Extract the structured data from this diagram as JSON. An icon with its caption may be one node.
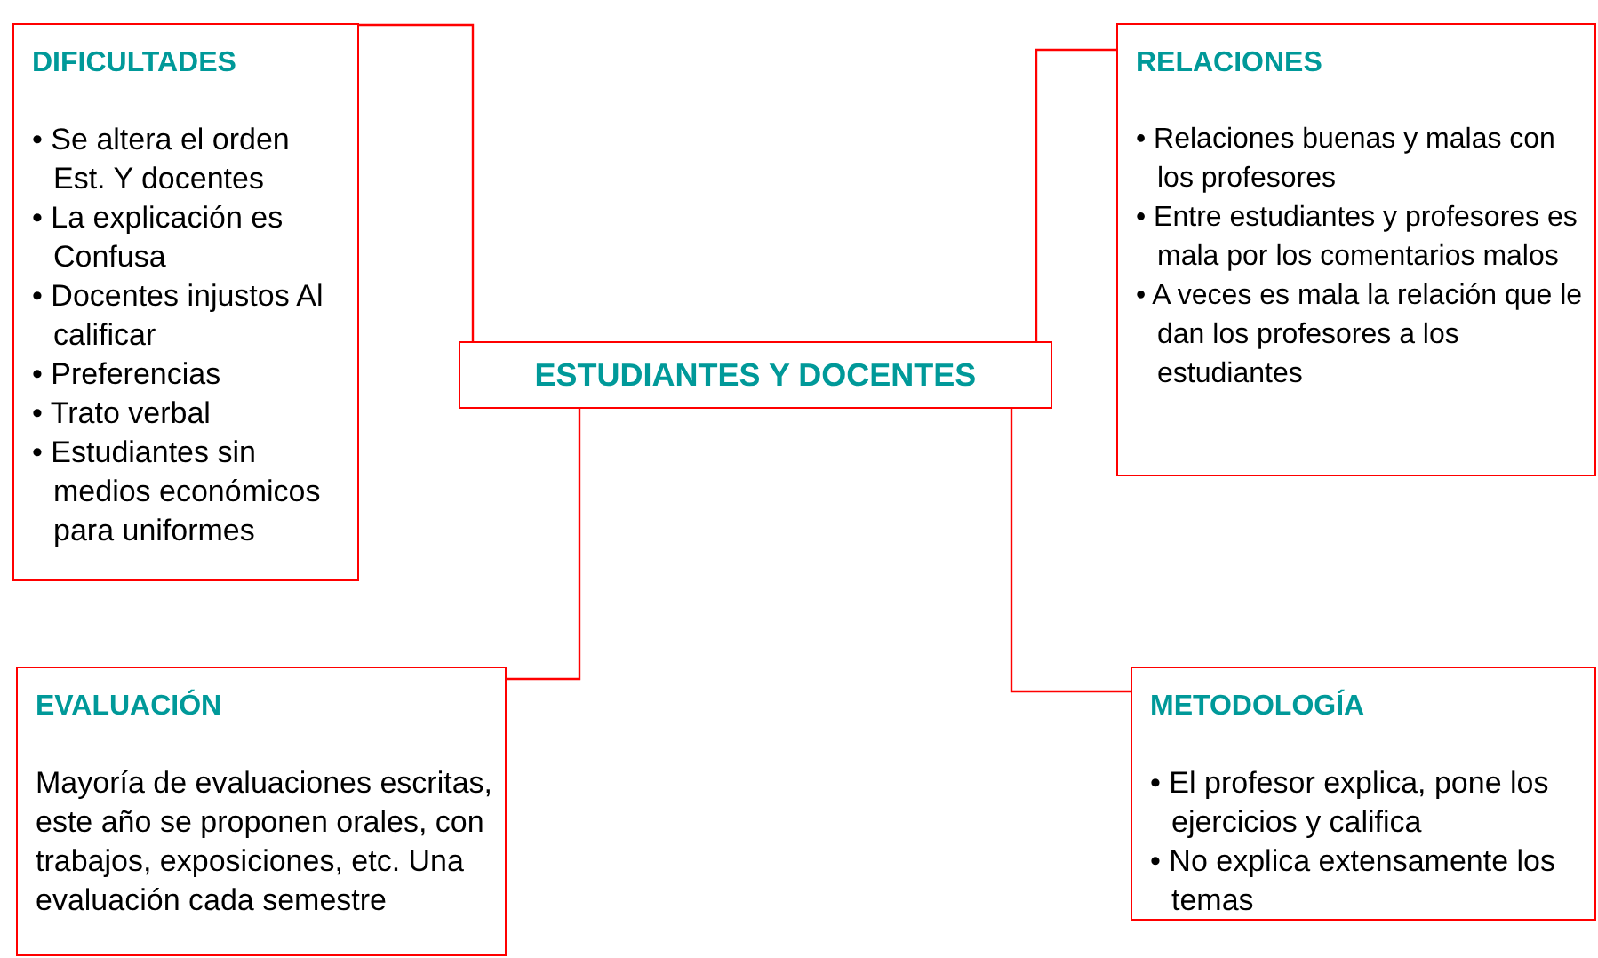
{
  "diagram": {
    "nodes": [
      {
        "text": [
          "ESTUDIANTES Y  DOCENTES"
        ]
      },
      {
        "text": [
          "DIFICULTADES",
          "• Se altera el orden Est. Y docentes",
          "• La explicación es Confusa",
          "• Docentes injustos Al calificar",
          "• Preferencias",
          "• Trato verbal",
          "• Estudiantes sin medios económicos para uniformes"
        ]
      },
      {
        "text": [
          "RELACIONES",
          "• Relaciones buenas y malas con los profesores",
          "• Entre estudiantes y profesores es mala por los comentarios malos",
          "• A veces es mala la relación que le dan los profesores a los estudiantes"
        ]
      },
      {
        "text": [
          "EVALUACIÓN",
          "Mayoría de evaluaciones escritas, este año se proponen orales, con trabajos, exposiciones, etc. Una evaluación cada semestre"
        ]
      },
      {
        "text": [
          "METODOLOGÍA",
          "• El profesor explica, pone los ejercicios y califica",
          "• No explica extensamente los temas"
        ]
      }
    ],
    "edges": [
      {
        "from": 0,
        "to": 1,
        "arrow": "none"
      },
      {
        "from": 0,
        "to": 2,
        "arrow": "none"
      },
      {
        "from": 0,
        "to": 3,
        "arrow": "none"
      },
      {
        "from": 0,
        "to": 4,
        "arrow": "none"
      }
    ]
  }
}
